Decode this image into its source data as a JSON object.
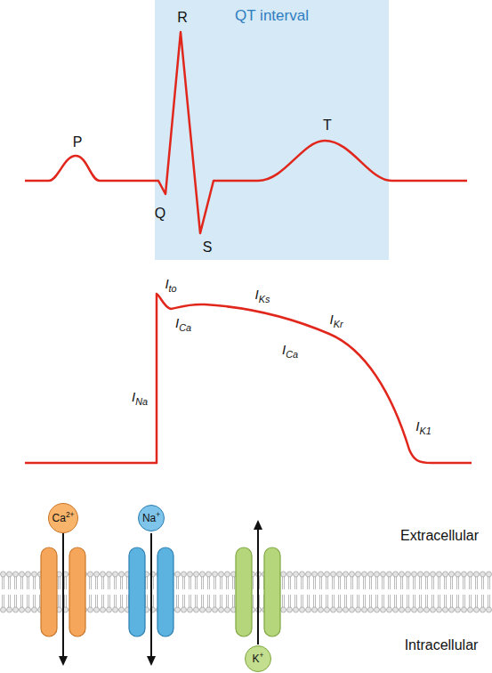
{
  "diagram": {
    "nodes": [
      {
        "text": [
          "QT interval"
        ]
      },
      {
        "text": [
          "Ca2+"
        ]
      },
      {
        "text": [
          "Na+"
        ]
      },
      {
        "text": [
          "K+"
        ]
      }
    ],
    "labels": [
      "P",
      "R",
      "Q",
      "S",
      "T",
      "Ito",
      "ICa",
      "INa",
      "IKs",
      "ICa",
      "IKr",
      "IK1",
      "Extracellular",
      "Intracellular"
    ]
  }
}
